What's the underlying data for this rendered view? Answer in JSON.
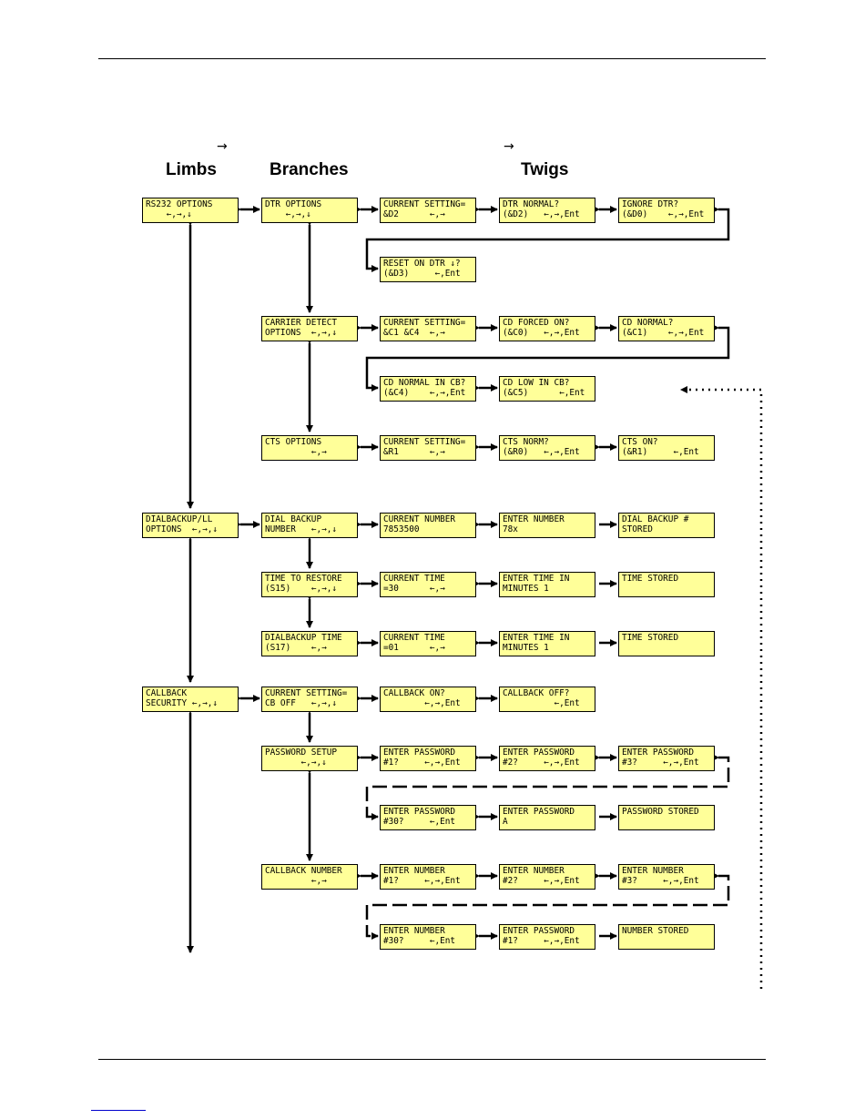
{
  "headers": {
    "arrow1": "→",
    "arrow2": "→",
    "limbs": "Limbs",
    "branches": "Branches",
    "twigs": "Twigs"
  },
  "boxes": {
    "rs232": {
      "l1": "RS232 OPTIONS",
      "l2": "    ←,→,↓"
    },
    "dtr": {
      "l1": "DTR OPTIONS",
      "l2": "    ←,→,↓"
    },
    "dtr_cur": {
      "l1": "CURRENT SETTING=",
      "l2": "&D2      ←,→"
    },
    "dtr_normal": {
      "l1": "DTR NORMAL?",
      "l2": "(&D2)   ←,→,Ent"
    },
    "dtr_ignore": {
      "l1": "IGNORE DTR?",
      "l2": "(&D0)    ←,→,Ent"
    },
    "dtr_reset": {
      "l1": "RESET ON DTR ↓?",
      "l2": "(&D3)     ←,Ent"
    },
    "cd": {
      "l1": "CARRIER DETECT",
      "l2": "OPTIONS  ←,→,↓"
    },
    "cd_cur": {
      "l1": "CURRENT SETTING=",
      "l2": "&C1 &C4  ←,→"
    },
    "cd_forced": {
      "l1": "CD FORCED ON?",
      "l2": "(&C0)   ←,→,Ent"
    },
    "cd_normal": {
      "l1": "CD NORMAL?",
      "l2": "(&C1)    ←,→,Ent"
    },
    "cd_normal_cb": {
      "l1": "CD NORMAL IN CB?",
      "l2": "(&C4)    ←,→,Ent"
    },
    "cd_low_cb": {
      "l1": "CD LOW IN CB?",
      "l2": "(&C5)      ←,Ent"
    },
    "cts": {
      "l1": "CTS OPTIONS",
      "l2": "         ←,→"
    },
    "cts_cur": {
      "l1": "CURRENT SETTING=",
      "l2": "&R1      ←,→"
    },
    "cts_norm": {
      "l1": "CTS NORM?",
      "l2": "(&R0)   ←,→,Ent"
    },
    "cts_on": {
      "l1": "CTS ON?",
      "l2": "(&R1)     ←,Ent"
    },
    "dialbackup": {
      "l1": "DIALBACKUP/LL",
      "l2": "OPTIONS  ←,→,↓"
    },
    "dial_number": {
      "l1": "DIAL BACKUP",
      "l2": "NUMBER   ←,→,↓"
    },
    "cur_number": {
      "l1": "CURRENT NUMBER",
      "l2": "7853500"
    },
    "enter_number": {
      "l1": "ENTER NUMBER",
      "l2": "78x"
    },
    "dial_stored": {
      "l1": "DIAL BACKUP #",
      "l2": "STORED"
    },
    "time_restore": {
      "l1": "TIME TO RESTORE",
      "l2": "(S15)    ←,→,↓"
    },
    "cur_time1": {
      "l1": "CURRENT TIME",
      "l2": "=30      ←,→"
    },
    "enter_time1": {
      "l1": "ENTER TIME IN",
      "l2": "MINUTES 1"
    },
    "time_stored1": {
      "l1": "TIME STORED",
      "l2": ""
    },
    "dialbackup_time": {
      "l1": "DIALBACKUP TIME",
      "l2": "(S17)    ←,→"
    },
    "cur_time2": {
      "l1": "CURRENT TIME",
      "l2": "=01      ←,→"
    },
    "enter_time2": {
      "l1": "ENTER TIME IN",
      "l2": "MINUTES 1"
    },
    "time_stored2": {
      "l1": "TIME STORED",
      "l2": ""
    },
    "callback": {
      "l1": "CALLBACK",
      "l2": "SECURITY ←,→,↓"
    },
    "cb_cur": {
      "l1": "CURRENT SETTING=",
      "l2": "CB OFF   ←,→,↓"
    },
    "cb_on": {
      "l1": "CALLBACK ON?",
      "l2": "        ←,→,Ent"
    },
    "cb_off": {
      "l1": "CALLBACK OFF?",
      "l2": "          ←,Ent"
    },
    "pw_setup": {
      "l1": "PASSWORD SETUP",
      "l2": "       ←,→,↓"
    },
    "pw1": {
      "l1": "ENTER PASSWORD",
      "l2": "#1?     ←,→,Ent"
    },
    "pw2": {
      "l1": "ENTER PASSWORD",
      "l2": "#2?     ←,→,Ent"
    },
    "pw3": {
      "l1": "ENTER PASSWORD",
      "l2": "#3?     ←,→,Ent"
    },
    "pw30": {
      "l1": "ENTER PASSWORD",
      "l2": "#30?     ←,Ent"
    },
    "pw_a": {
      "l1": "ENTER PASSWORD",
      "l2": "A"
    },
    "pw_stored": {
      "l1": "PASSWORD STORED",
      "l2": ""
    },
    "cb_number": {
      "l1": "CALLBACK NUMBER",
      "l2": "         ←,→"
    },
    "num1": {
      "l1": "ENTER NUMBER",
      "l2": "#1?     ←,→,Ent"
    },
    "num2": {
      "l1": "ENTER NUMBER",
      "l2": "#2?     ←,→,Ent"
    },
    "num3": {
      "l1": "ENTER NUMBER",
      "l2": "#3?     ←,→,Ent"
    },
    "num30": {
      "l1": "ENTER NUMBER",
      "l2": "#30?     ←,Ent"
    },
    "num_pw1": {
      "l1": "ENTER PASSWORD",
      "l2": "#1?     ←,→,Ent"
    },
    "num_stored": {
      "l1": "NUMBER STORED",
      "l2": ""
    }
  },
  "colors": {
    "box_fill": "#ffff99",
    "line": "#000000"
  }
}
